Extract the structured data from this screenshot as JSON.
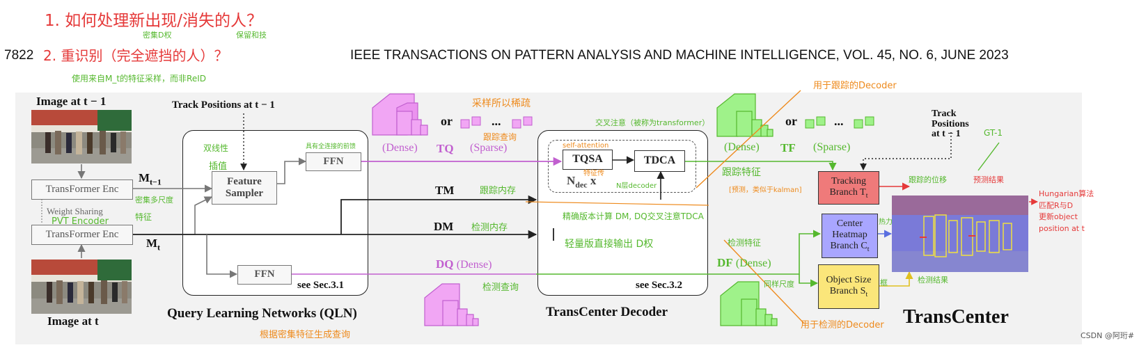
{
  "header": {
    "page_number": "7822",
    "journal": "IEEE TRANSACTIONS ON PATTERN ANALYSIS AND MACHINE INTELLIGENCE, VOL. 45, NO. 6, JUNE 2023"
  },
  "inputs": {
    "image_prev": "Image at t − 1",
    "image_curr": "Image at t",
    "track_positions_prev": "Track Positions at t − 1"
  },
  "encoders": {
    "enc_top": "TransFormer Enc",
    "enc_bottom": "TransFormer Enc",
    "weight_sharing": "Weight Sharing",
    "m_prev": "M",
    "m_prev_sub": "t−1",
    "m_curr": "M",
    "m_curr_sub": "t"
  },
  "qln": {
    "title": "Query Learning Networks (QLN)",
    "feature_sampler_l1": "Feature",
    "feature_sampler_l2": "Sampler",
    "ffn_top": "FFN",
    "ffn_bottom": "FFN",
    "see": "see Sec.3.1"
  },
  "queries": {
    "tq": "TQ",
    "tq_dense": "(Dense)",
    "tq_sparse": "(Sparse)",
    "or": "or",
    "dots": "...",
    "tm": "TM",
    "dm": "DM",
    "dq": "DQ",
    "dq_dense": "(Dense)"
  },
  "decoder": {
    "title": "TransCenter Decoder",
    "tqsa": "TQSA",
    "tdca": "TDCA",
    "ndec": "N",
    "ndec_sub": "dec",
    "ndec_x": "x",
    "see": "see Sec.3.2"
  },
  "features": {
    "tf": "TF",
    "tf_dense": "(Dense)",
    "tf_sparse": "(Sparse)",
    "or": "or",
    "dots": "...",
    "df": "DF",
    "df_dense": "(Dense)"
  },
  "branches": {
    "tracking_l1": "Tracking",
    "tracking_l2": "Branch T",
    "tracking_sub": "t",
    "heatmap_l1": "Center",
    "heatmap_l2": "Heatmap",
    "heatmap_l3": "Branch C",
    "heatmap_sub": "t",
    "size_l1": "Object Size",
    "size_l2": "Branch S",
    "size_sub": "t",
    "track_pos_l1": "Track",
    "track_pos_l2": "Positions",
    "track_pos_l3": "at t − 1"
  },
  "brand": {
    "title": "TransCenter",
    "watermark": "CSDN @阿珩#"
  },
  "annotations": {
    "red_q1": "1. 如何处理新出现/消失的人？",
    "red_q1_sub_a": "密集D权",
    "red_q1_sub_b": "保留和技",
    "red_q2": "2. 重识别（完全遮挡的人）？",
    "green_reid": "使用来自M_t的特征采样，而非ReID",
    "green_interp_a": "双线性",
    "green_interp_b": "插值",
    "green_ffn_note": "具有全连接的前馈",
    "green_multiscale_a": "密集多尺度",
    "green_multiscale_b": "特征",
    "green_pvt": "PVT Encoder",
    "orange_sample": "采样所以稀疏",
    "orange_track_query": "跟踪查询",
    "green_cross_attn": "交叉注意（被称为transformer）",
    "orange_self_attn": "self-attention",
    "orange_feature_pass": "特征传",
    "green_ndecoder": "N层decoder",
    "orange_decoder_track": "用于跟踪的Decoder",
    "green_track_memory": "跟踪内存",
    "green_track_feature": "跟踪特征",
    "orange_track_feature_sub": "[预测，类似于kalman]",
    "green_precise": "精确版本计算 DM, DQ交叉注意TDCA",
    "green_light": "轻量版直接输出 D权",
    "green_det_memory": "检测内存",
    "green_det_feature": "检测特征",
    "green_det_query": "检测查询",
    "orange_gen_query": "根据密集特征生成查询",
    "green_same_scale": "同样尺度",
    "orange_decoder_det": "用于检测的Decoder",
    "green_track_disp": "跟踪的位移",
    "red_pred": "预测结果",
    "red_hungarian_a": "Hungarian算法",
    "red_hungarian_b": "匹配R与D",
    "red_hungarian_c": "更新object",
    "red_hungarian_d": "position at t",
    "green_gt": "GT-1",
    "green_heat": "热力",
    "green_frame": "框",
    "green_det_result": "检测结果"
  },
  "colors": {
    "pink": "#d97fe0",
    "green": "#5fc23a",
    "tracking_red": "#ef7a7a",
    "heatmap_blue": "#a9a6ff",
    "size_yellow": "#fbe67a",
    "annotation_red": "#e53939",
    "annotation_green": "#55b82e",
    "annotation_orange": "#ee8a1c"
  }
}
